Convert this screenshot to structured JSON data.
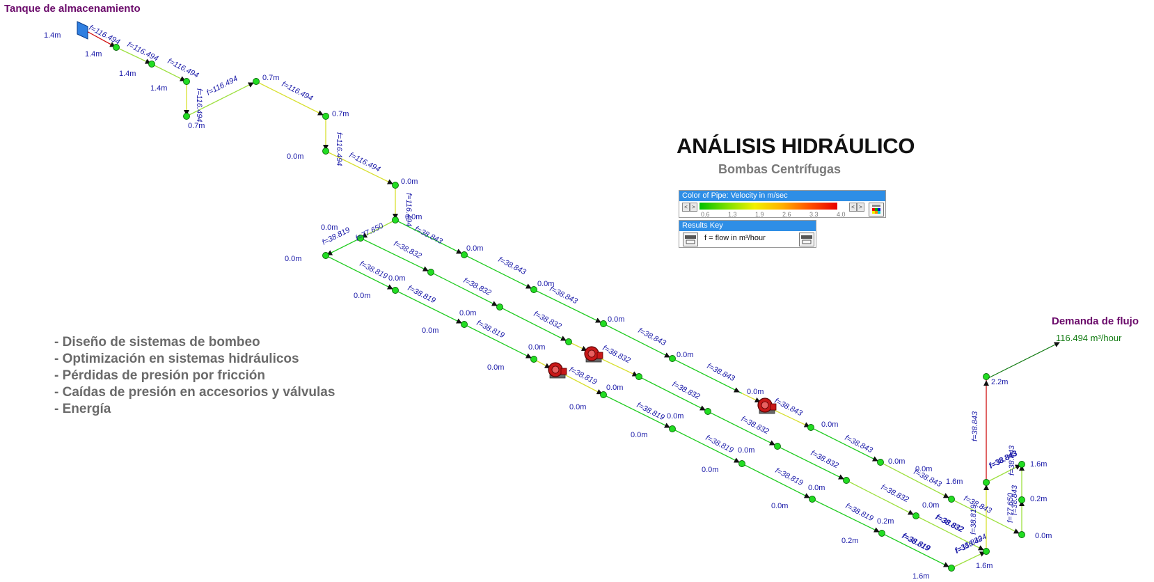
{
  "header": {
    "title": "ANÁLISIS HIDRÁULICO",
    "subtitle": "Bombas Centrífugas"
  },
  "features": [
    "- Diseño de sistemas de bombeo",
    "- Optimización en sistemas hidráulicos",
    "- Pérdidas de presión por fricción",
    "- Caídas de presión en accesorios y válvulas",
    "- Energía"
  ],
  "tank": {
    "title": "Tanque de almacenamiento"
  },
  "demand": {
    "title": "Demanda de flujo",
    "value": "116.494 m³/hour"
  },
  "color_legend": {
    "title": "Color of Pipe: Velocity in m/sec",
    "ticks": [
      "0.6",
      "1.3",
      "1.9",
      "2.6",
      "3.3",
      "4.0"
    ],
    "colors": [
      "#00c000",
      "#7ce000",
      "#f0f000",
      "#ffb000",
      "#ff5000",
      "#e80000"
    ]
  },
  "results_key": {
    "title": "Results Key",
    "text": "f = flow in m³/hour"
  },
  "pipe_labels": [
    "f=116.494",
    "f=116.494",
    "f=116.494",
    "f=116.494",
    "f=116.494",
    "f=116.494",
    "f=116.494",
    "f=116.494",
    "f=116.494",
    "f=77.650",
    "f=38.819",
    "f=38.843",
    "f=38.832",
    "f=38.819",
    "f=38.819",
    "f=38.832",
    "f=38.843",
    "f=38.843",
    "f=38.819",
    "f=38.832",
    "f=38.843",
    "f=38.819",
    "f=38.832",
    "f=38.843",
    "f=38.819",
    "f=38.832",
    "f=38.843",
    "f=38.819",
    "f=38.832",
    "f=38.843",
    "f=38.819",
    "f=38.832",
    "f=38.843",
    "f=38.819",
    "f=38.832",
    "f=38.843",
    "f=38.819",
    "f=38.832",
    "f=38.843",
    "f=38.819",
    "f=38.832",
    "f=38.843",
    "f=77.650",
    "f=38.843",
    "f=116.494",
    "f=38.843",
    "f=38.843",
    "f=38.819",
    "f=38.832"
  ],
  "node_labels": [
    "1.4m",
    "1.4m",
    "1.4m",
    "1.4m",
    "0.7m",
    "0.7m",
    "0.7m",
    "0.0m",
    "0.0m",
    "0.0m",
    "0.0m",
    "0.0m",
    "0.0m",
    "0.0m",
    "0.0m",
    "0.0m",
    "0.0m",
    "0.0m",
    "0.0m",
    "0.0m",
    "0.0m",
    "0.0m",
    "0.0m",
    "0.0m",
    "0.0m",
    "0.0m",
    "0.0m",
    "0.0m",
    "0.0m",
    "0.0m",
    "0.0m",
    "0.0m",
    "0.0m",
    "0.0m",
    "0.2m",
    "0.2m",
    "1.6m",
    "1.6m",
    "1.6m",
    "2.2m",
    "1.6m",
    "0.2m",
    "0.0m",
    "0.0m"
  ]
}
